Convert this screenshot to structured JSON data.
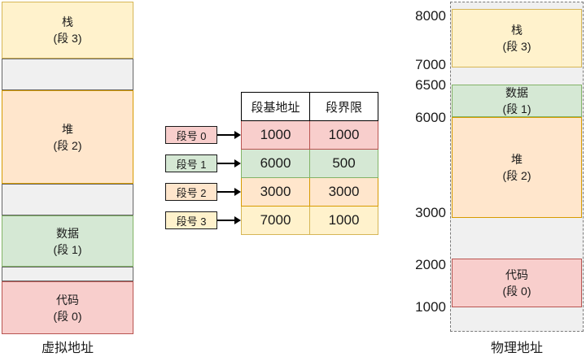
{
  "palette": {
    "yellow_fill": "#fff2cc",
    "yellow_stroke": "#d6b656",
    "orange_fill": "#ffe6cc",
    "orange_stroke": "#d79b00",
    "green_fill": "#d5e8d4",
    "green_stroke": "#82b366",
    "red_fill": "#f8cecc",
    "red_stroke": "#b85450",
    "gray_fill": "#f0f0f0",
    "gray_stroke": "#666666",
    "arrow_color": "#000000"
  },
  "virtual_memory": {
    "caption": "虚拟地址",
    "segments": [
      {
        "label": "栈",
        "seg_no": "(段 3)",
        "color": "yellow"
      },
      {
        "label": "堆",
        "seg_no": "(段 2)",
        "color": "orange"
      },
      {
        "label": "数据",
        "seg_no": "(段 1)",
        "color": "green"
      },
      {
        "label": "代码",
        "seg_no": "(段 0)",
        "color": "red"
      }
    ]
  },
  "segment_table": {
    "headers": [
      "段基地址",
      "段界限"
    ],
    "rows": [
      {
        "label": "段号 0",
        "base": "1000",
        "limit": "1000",
        "color": "red"
      },
      {
        "label": "段号 1",
        "base": "6000",
        "limit": "500",
        "color": "green"
      },
      {
        "label": "段号 2",
        "base": "3000",
        "limit": "3000",
        "color": "orange"
      },
      {
        "label": "段号 3",
        "base": "7000",
        "limit": "1000",
        "color": "yellow"
      }
    ]
  },
  "physical_memory": {
    "caption": "物理地址",
    "address_labels": [
      "8000",
      "7000",
      "6500",
      "6000",
      "3000",
      "2000",
      "1000"
    ],
    "segments": [
      {
        "label": "栈",
        "seg_no": "(段 3)",
        "color": "yellow"
      },
      {
        "label": "数据",
        "seg_no": "(段 1)",
        "color": "green"
      },
      {
        "label": "堆",
        "seg_no": "(段 2)",
        "color": "orange"
      },
      {
        "label": "代码",
        "seg_no": "(段 0)",
        "color": "red"
      }
    ]
  }
}
